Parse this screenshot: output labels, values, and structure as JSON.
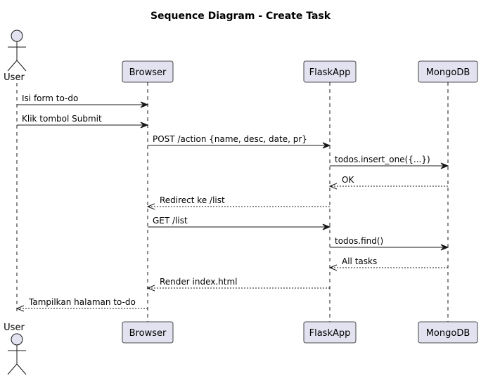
{
  "diagram": {
    "title": "Sequence Diagram - Create Task",
    "colors": {
      "participant_fill": "#e2e2f0",
      "participant_stroke": "#181818",
      "lifeline": "#181818",
      "arrow": "#181818"
    },
    "participants": [
      {
        "id": "user",
        "label": "User",
        "kind": "actor"
      },
      {
        "id": "browser",
        "label": "Browser",
        "kind": "box"
      },
      {
        "id": "flask",
        "label": "FlaskApp",
        "kind": "box"
      },
      {
        "id": "mongo",
        "label": "MongoDB",
        "kind": "box"
      }
    ],
    "messages": [
      {
        "from": "user",
        "to": "browser",
        "label": "Isi form to-do",
        "style": "solid"
      },
      {
        "from": "user",
        "to": "browser",
        "label": "Klik tombol Submit",
        "style": "solid"
      },
      {
        "from": "browser",
        "to": "flask",
        "label": "POST /action {name, desc, date, pr}",
        "style": "solid"
      },
      {
        "from": "flask",
        "to": "mongo",
        "label": "todos.insert_one({...})",
        "style": "solid"
      },
      {
        "from": "mongo",
        "to": "flask",
        "label": "OK",
        "style": "dashed"
      },
      {
        "from": "flask",
        "to": "browser",
        "label": "Redirect ke /list",
        "style": "dashed"
      },
      {
        "from": "browser",
        "to": "flask",
        "label": "GET /list",
        "style": "solid"
      },
      {
        "from": "flask",
        "to": "mongo",
        "label": "todos.find()",
        "style": "solid"
      },
      {
        "from": "mongo",
        "to": "flask",
        "label": "All tasks",
        "style": "dashed"
      },
      {
        "from": "flask",
        "to": "browser",
        "label": "Render index.html",
        "style": "dashed"
      },
      {
        "from": "browser",
        "to": "user",
        "label": "Tampilkan halaman to-do",
        "style": "dashed"
      }
    ]
  }
}
